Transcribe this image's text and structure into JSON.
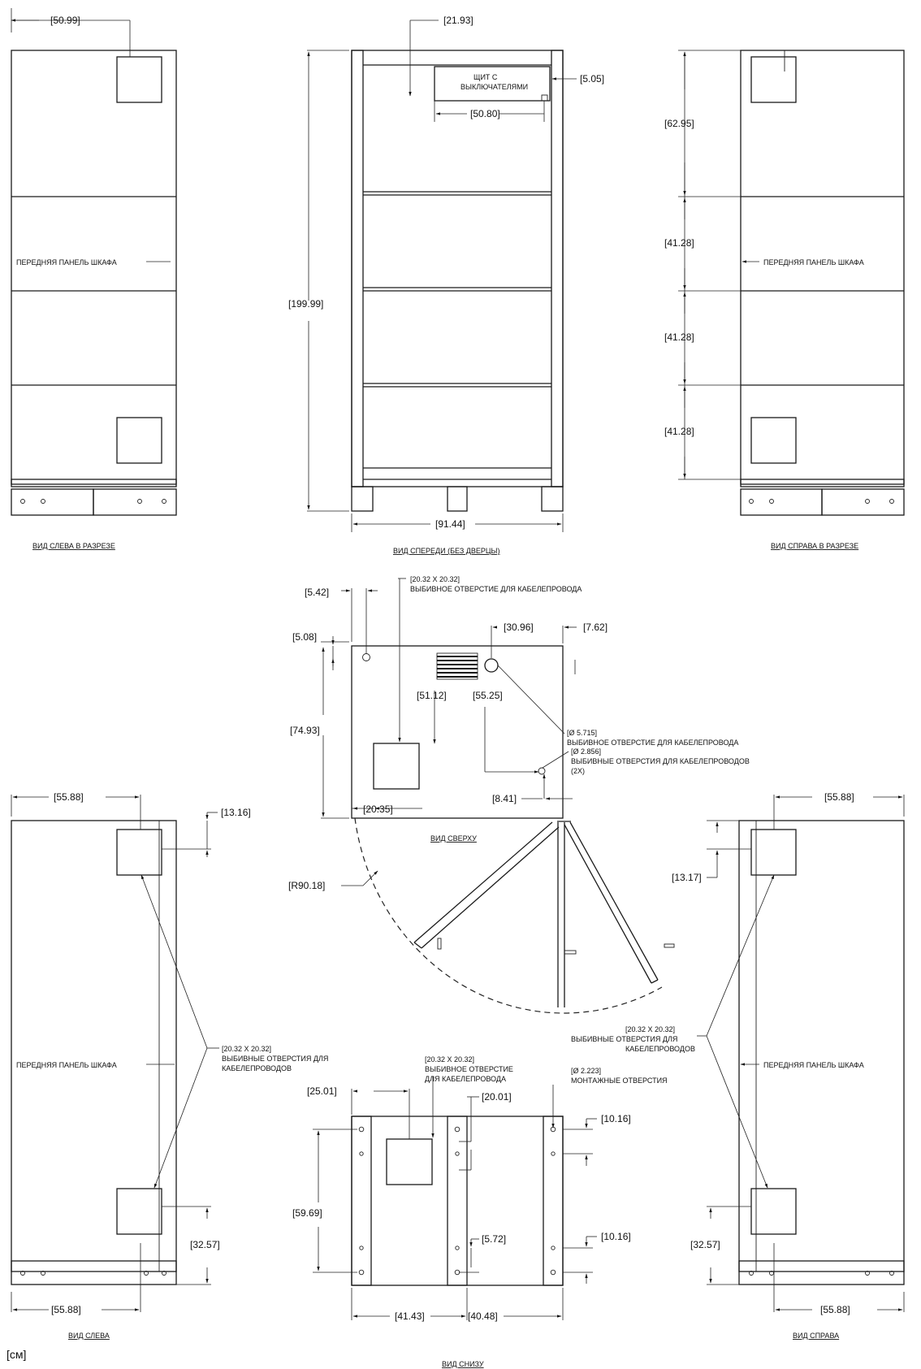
{
  "views": {
    "left_section": "ВИД СЛЕВА В РАЗРЕЗЕ",
    "front": "ВИД СПЕРЕДИ (БЕЗ ДВЕРЦЫ)",
    "right_section": "ВИД СПРАВА В РАЗРЕЗЕ",
    "top": "ВИД СВЕРХУ",
    "left": "ВИД СЛЕВА",
    "right": "ВИД СПРАВА",
    "bottom": "ВИД СНИЗУ"
  },
  "notes": {
    "front_panel": "ПЕРЕДНЯЯ ПАНЕЛЬ ШКАФА",
    "breaker_panel_1": "ЩИТ С",
    "breaker_panel_2": "ВЫКЛЮЧАТЕЛЯМИ",
    "knockout_top": "[20.32 X 20.32]",
    "knockout_top_desc": "ВЫБИВНОЕ ОТВЕРСТИЕ ДЛЯ КАБЕЛЕПРОВОДА",
    "hole_5715": "[Ø 5.715]",
    "hole_5715_desc": "ВЫБИВНОЕ ОТВЕРСТИЕ ДЛЯ КАБЕЛЕПРОВОДА",
    "hole_2856": "[Ø 2.856]",
    "hole_2856_desc": "ВЫБИВНЫЕ ОТВЕРСТИЯ ДЛЯ КАБЕЛЕПРОВОДОВ",
    "hole_2856_qty": "(2X)",
    "knockouts_side": "[20.32 X 20.32]",
    "knockouts_side_desc_1": "ВЫБИВНЫЕ ОТВЕРСТИЯ ДЛЯ",
    "knockouts_side_desc_2": "КАБЕЛЕПРОВОДОВ",
    "knockout_bottom": "[20.32 X 20.32]",
    "knockout_bottom_desc_1": "ВЫБИВНОЕ ОТВЕРСТИЕ",
    "knockout_bottom_desc_2": "ДЛЯ КАБЕЛЕПРОВОДА",
    "mounting": "[Ø 2.223]",
    "mounting_desc": "МОНТАЖНЫЕ ОТВЕРСТИЯ",
    "units": "[см]"
  },
  "dims": {
    "ls_top": "[50.99]",
    "front_a": "[21.93]",
    "front_b": "[5.05]",
    "front_c": "[50.80]",
    "front_h": "[199.99]",
    "front_w": "[91.44]",
    "rs_1": "[62.95]",
    "rs_2": "[41.28]",
    "rs_3": "[41.28]",
    "rs_4": "[41.28]",
    "top_542": "[5.42]",
    "top_508": "[5.08]",
    "top_3096": "[30.96]",
    "top_762": "[7.62]",
    "top_7493": "[74.93]",
    "top_5112": "[51.12]",
    "top_5525": "[55.25]",
    "top_2035": "[20.35]",
    "top_841": "[8.41]",
    "radius": "[R90.18]",
    "l_5588_top": "[55.88]",
    "l_1316": "[13.16]",
    "l_3257": "[32.57]",
    "l_5588_bot": "[55.88]",
    "r_5588_top": "[55.88]",
    "r_1317": "[13.17]",
    "r_3257": "[32.57]",
    "r_5588_bot": "[55.88]",
    "b_2501": "[25.01]",
    "b_2001": "[20.01]",
    "b_1016_a": "[10.16]",
    "b_5969": "[59.69]",
    "b_1016_b": "[10.16]",
    "b_572": "[5.72]",
    "b_4143": "[41.43]",
    "b_4048": "[40.48]"
  }
}
